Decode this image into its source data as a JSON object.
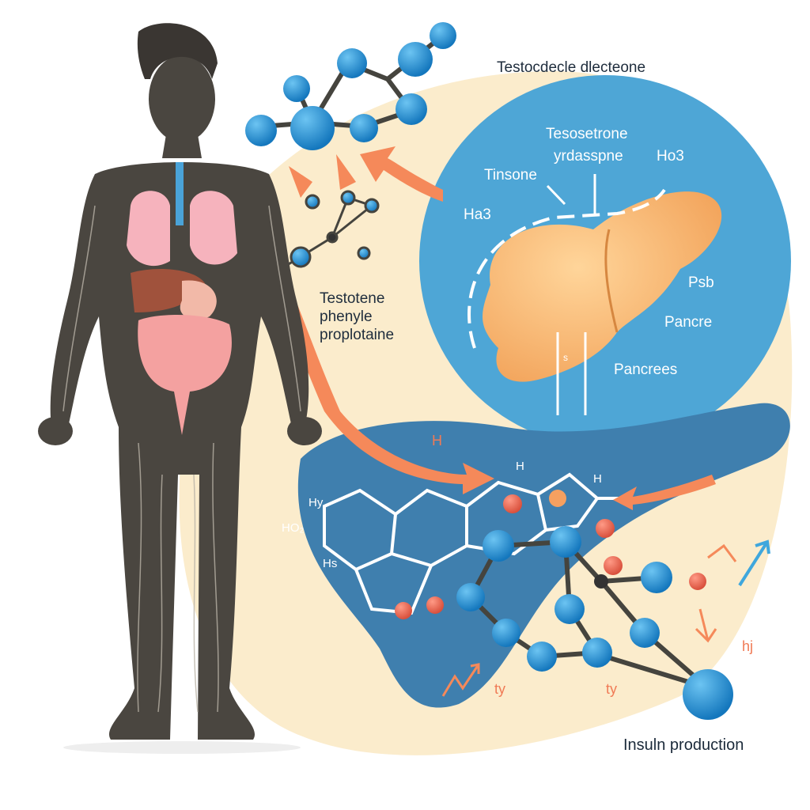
{
  "title": "Testocdecle dlecteone",
  "circle_labels": {
    "top": "Tesosetrone",
    "top2": "yrdasspne",
    "ho3": "Ho3",
    "tinsone": "Tinsone",
    "ha3": "Ha3",
    "psb": "Psb",
    "pancre": "Pancre",
    "pancrees": "Pancrees",
    "s": "s"
  },
  "body_label": [
    "Testotene",
    "phenyle",
    "proplotaine"
  ],
  "pancreas_labels": {
    "h1": "H",
    "h2": "H",
    "ho2": "HO₂",
    "hy": "Hy",
    "hs": "Hs"
  },
  "bottom_marks": {
    "ty1": "ty",
    "ty2": "ty",
    "hj": "hj"
  },
  "footer": "Insuln production",
  "colors": {
    "cream": "#fbeccc",
    "blue_circle": "#4ea6d6",
    "pancreas": "#3f7fae",
    "atom_blue": "#1f8fd2",
    "atom_red": "#ee6a55",
    "arrow": "#f5895a",
    "body": "#4a4640"
  }
}
